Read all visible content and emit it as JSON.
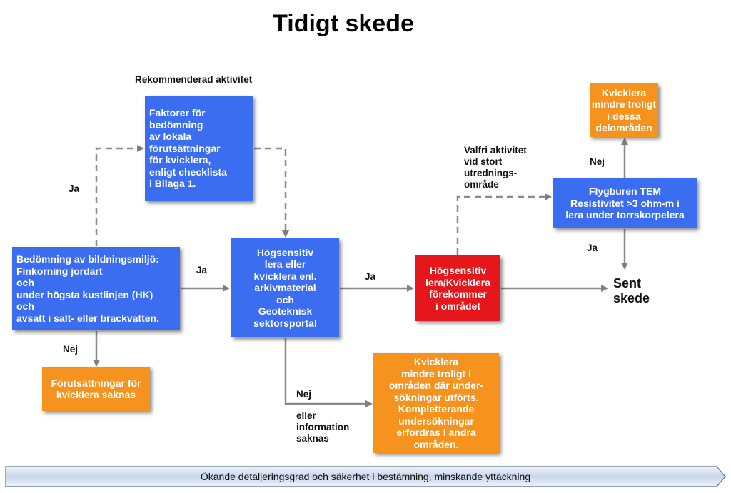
{
  "title": "Tidigt skede",
  "labels": {
    "rekommenderad": "Rekommenderad aktivitet",
    "ja_left": "Ja",
    "ja_mid": "Ja",
    "ja_right": "Ja",
    "nej_left": "Nej",
    "nej_bottom": "Nej",
    "eller_info": "eller\ninformation\nsaknas",
    "valfri": "Valfri aktivitet\nvid stort\nutrednings-\nområde",
    "nej_top": "Nej",
    "ja_tem": "Ja",
    "sent": "Sent\nskede"
  },
  "boxes": {
    "faktorer": "Faktorer för\nbedömning\nav lokala\nförutsättningar\nför kvicklera,\nenligt checklista\ni Bilaga 1.",
    "bedomning": "Bedömning av bildningsmiljö:\nFinkorning jordart\noch\nunder högsta kustlinjen (HK)\noch\navsatt i salt- eller brackvatten.",
    "forutsattningar": "Förutsättningar för\nkvicklera saknas",
    "hogsensitiv": "Högsensitiv\nlera eller\nkvicklera enl.\narkivmaterial\noch\nGeoteknisk\nsektorsportal",
    "hogsensitiv_red": "Högsensitiv\nlera/Kvicklera\nförekommer\ni området",
    "kvicklera_mindre": "Kvicklera\nmindre troligt i\nområden där under-\nsökningar utförts.\nKompletterande\nundersökningar\nerfordras i andra\nområden.",
    "flygburen": "Flygburen TEM\nResistivitet >3 ohm-m i\nlera under torrskorpelera",
    "kvicklera_top": "Kvicklera\nmindre troligt\ni dessa\ndelområden"
  },
  "banner": "Ökande detaljeringsgrad och säkerhet i bestämning, minskande yttäckning",
  "colors": {
    "blue": "#3a6df0",
    "orange": "#f5931e",
    "red": "#e5171c",
    "arrow": "#7f7f7f"
  }
}
